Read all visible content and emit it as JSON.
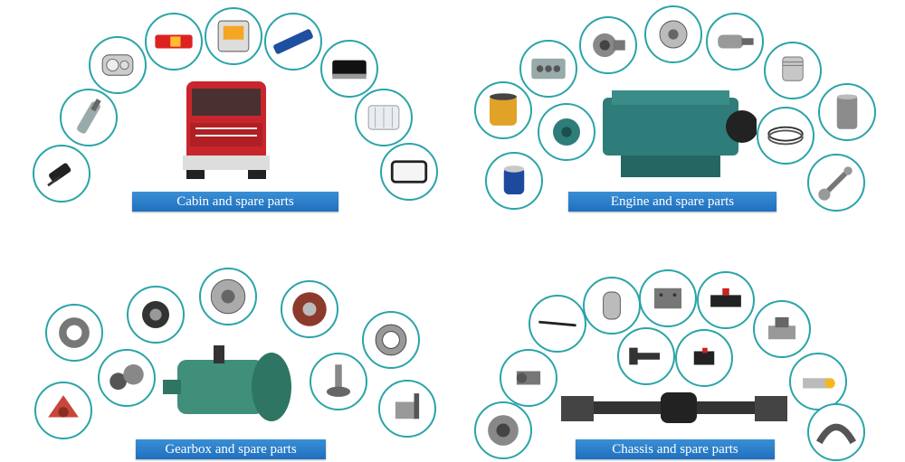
{
  "panels": {
    "cabin": {
      "label": "Cabin and spare parts",
      "color": "#2f86d0"
    },
    "engine": {
      "label": "Engine and spare parts",
      "color": "#2f86d0"
    },
    "gearbox": {
      "label": "Gearbox and spare parts",
      "color": "#2f86d0"
    },
    "chassis": {
      "label": "Chassis and spare parts",
      "color": "#2f86d0"
    }
  },
  "colors": {
    "ring": "#2aa4a8",
    "cab_red": "#c8262c",
    "engine_teal": "#2f7d7a",
    "gearbox_green": "#3f8f7a"
  }
}
